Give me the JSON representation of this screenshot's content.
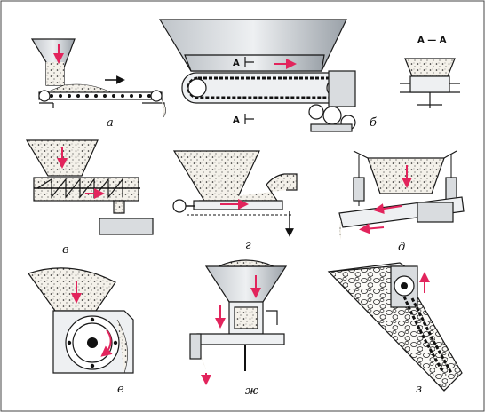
{
  "figure": {
    "panel_labels": {
      "a": "а",
      "b": "б",
      "v": "в",
      "g": "г",
      "d": "д",
      "e": "е",
      "zh": "ж",
      "z": "з"
    },
    "section_labels": {
      "aa_title": "А — А",
      "a_top": "А",
      "a_bottom": "А"
    }
  },
  "colors": {
    "accent_arrow": "#e2245c",
    "hopper_fill": "#d9dcdf",
    "hopper_shade": "#a7adb3",
    "material": "#f2efe8",
    "outline": "#1a1a1a"
  },
  "icons": {
    "flow_arrow": "red-arrow-icon",
    "direction_arrow": "black-arrow-icon"
  }
}
